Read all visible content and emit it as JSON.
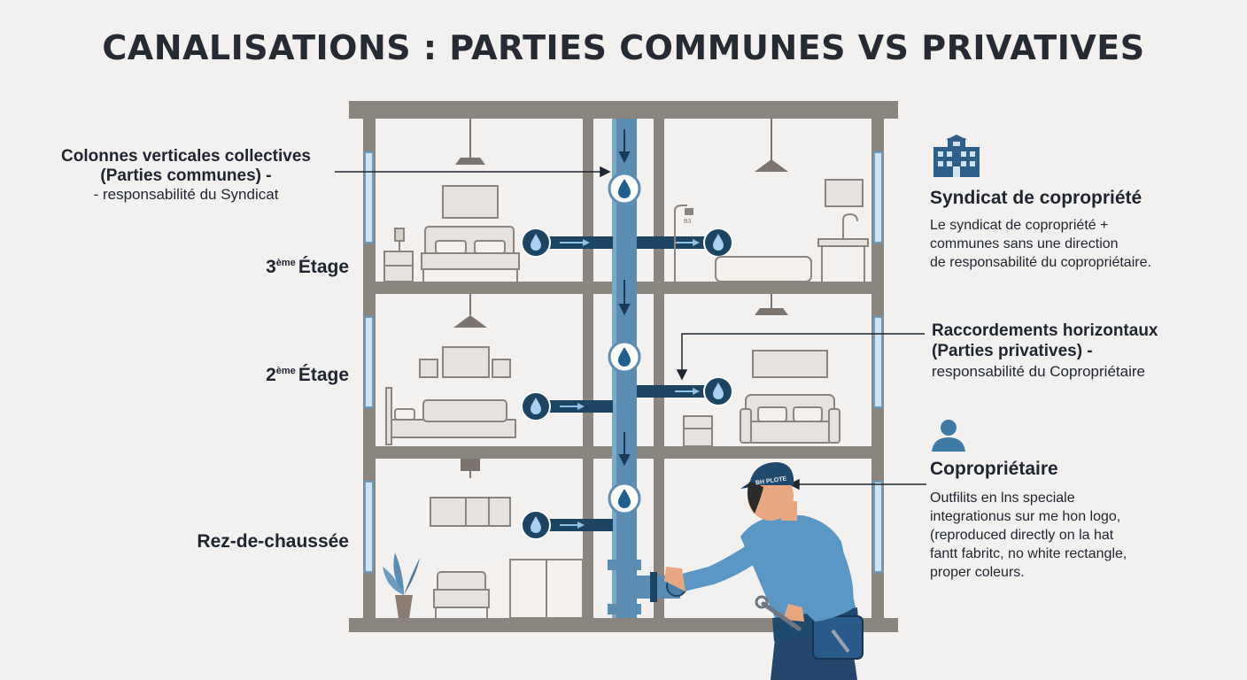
{
  "title": "CANALISATIONS : PARTIES COMMUNES VS PRIVATIVES",
  "left_callout": {
    "line1": "Colonnes verticales collectives",
    "line2": "(Parties communes) -",
    "line3": "- responsabilité du Syndicat"
  },
  "floors": [
    {
      "num": "3",
      "sup": "ème",
      "word": "Étage"
    },
    {
      "num": "2",
      "sup": "ème",
      "word": "Étage"
    },
    {
      "label": "Rez-de-chaussée"
    }
  ],
  "syndicat": {
    "icon": "building-icon",
    "heading": "Syndicat de copropriété",
    "line1": "Le syndicat de copropriété +",
    "line2": "communes sans une direction",
    "line3": "de responsabilité du copropriétaire."
  },
  "raccordements": {
    "line1": "Raccordements horizontaux",
    "line2": "(Parties privatives) -",
    "line3": "responsabilité du Copropriétaire"
  },
  "coproprietaire": {
    "icon": "person-icon",
    "heading": "Copropriétaire",
    "line1": "Outfilits en lns speciale",
    "line2": "integrationus sur me hon logo,",
    "line3": "(reproduced directly on la hat",
    "line4": "fantt fabritc, no white rectangle,",
    "line5": "proper coleurs."
  },
  "cap_text": "BH PLOTE",
  "colors": {
    "pipe": "#5b8db3",
    "pipe_dark": "#1c4463",
    "structure": "#8b8580",
    "accent_navy": "#1f4a6e",
    "background": "#f2f1ef"
  }
}
